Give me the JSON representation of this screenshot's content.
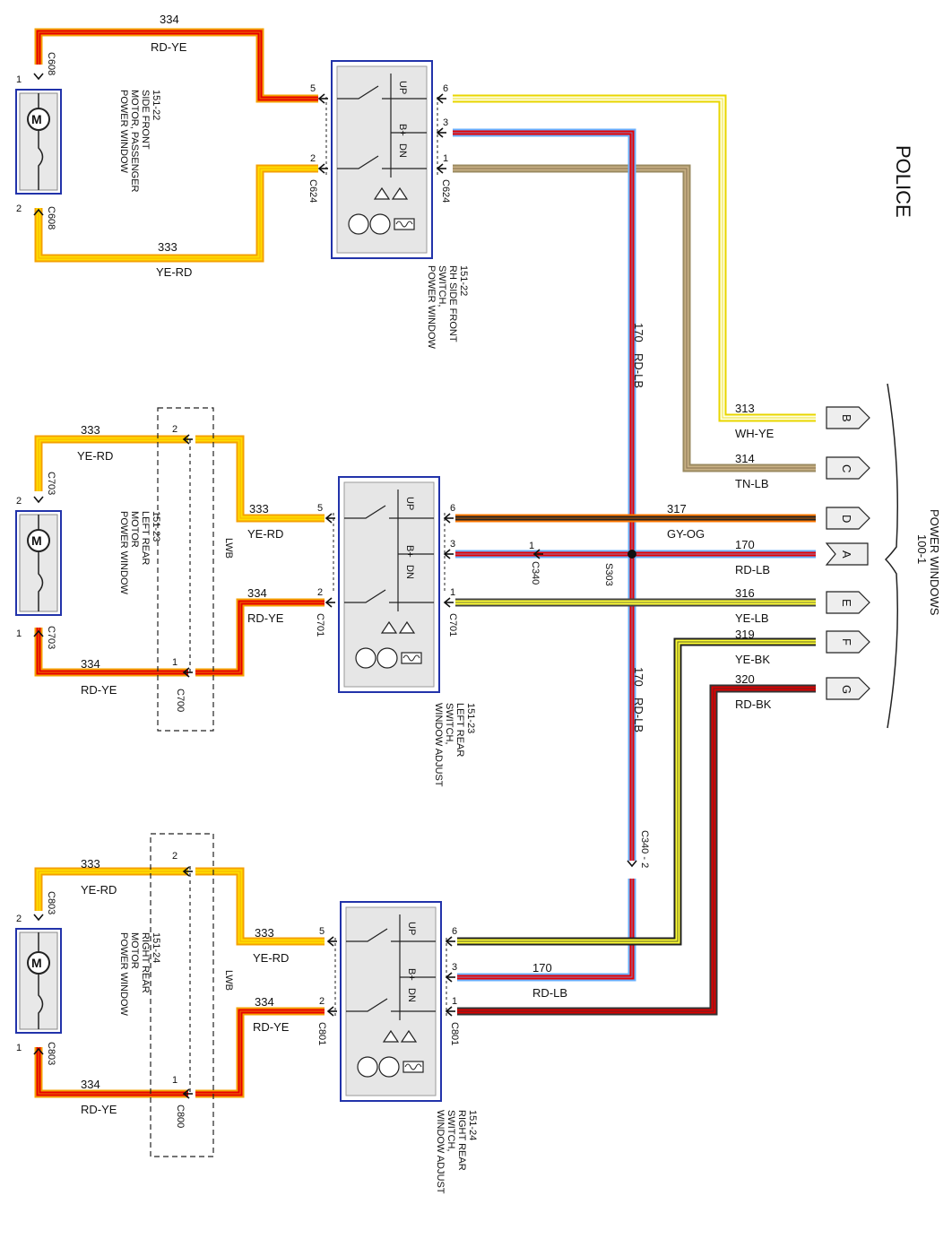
{
  "header": {
    "title": "POLICE"
  },
  "legend": {
    "bus_label": "POWER WINDOWS",
    "bus_ref": "100-1"
  },
  "colors": {
    "RD-YE": [
      "#f4a000",
      "#e60000",
      "#f4a000"
    ],
    "YE-RD": [
      "#f4a000",
      "#ffdd00",
      "#f4a000"
    ],
    "RD-LB": [
      "#6ab0ff",
      "#e60000",
      "#6ab0ff"
    ],
    "WH-YE": [
      "#e8d600",
      "#ffffe0",
      "#e8d600"
    ],
    "TN-LB": [
      "#9a8a60",
      "#c8b084",
      "#6e5a3a"
    ],
    "GY-OG": [
      "#ff7700",
      "#222222",
      "#ff7700"
    ],
    "YE-LB": [
      "#444444",
      "#ffff33",
      "#444444"
    ],
    "YE-BK": [
      "#222222",
      "#ffff33",
      "#222222"
    ],
    "RD-BK": [
      "#333333",
      "#dd0000",
      "#333333"
    ]
  },
  "switches": [
    {
      "label": [
        "POWER WINDOW",
        "SWITCH,",
        "RH SIDE FRONT",
        "151-22"
      ],
      "left_connector": "C624",
      "right_connector": "C624",
      "pins": {
        "p5": "5",
        "p2": "2",
        "p6": "6",
        "p3": "3",
        "p1": "1"
      },
      "up": "UP",
      "dn": "DN",
      "bplus": "B+"
    },
    {
      "label": [
        "WINDOW ADJUST",
        "SWITCH,",
        "LEFT REAR",
        "151-23"
      ],
      "left_connector": "C701",
      "right_connector": "C701",
      "pins": {
        "p5": "5",
        "p2": "2",
        "p6": "6",
        "p3": "3",
        "p1": "1"
      },
      "up": "UP",
      "dn": "DN",
      "bplus": "B+"
    },
    {
      "label": [
        "WINDOW ADJUST",
        "SWITCH,",
        "RIGHT REAR",
        "151-24"
      ],
      "left_connector": "C801",
      "right_connector": "C801",
      "pins": {
        "p5": "5",
        "p2": "2",
        "p6": "6",
        "p3": "3",
        "p1": "1"
      },
      "up": "UP",
      "dn": "DN",
      "bplus": "B+"
    }
  ],
  "motors": [
    {
      "label": [
        "POWER WINDOW",
        "MOTOR, PASSENGER",
        "SIDE FRONT",
        "151-22"
      ],
      "connector": "C608",
      "pin_top": "1",
      "pin_bottom": "2",
      "symbol": "M"
    },
    {
      "label": [
        "POWER WINDOW",
        "MOTOR",
        "LEFT REAR",
        "151-23"
      ],
      "connector": "C703",
      "pin_top": "2",
      "pin_bottom": "1",
      "symbol": "M"
    },
    {
      "label": [
        "POWER WINDOW",
        "MOTOR",
        "RIGHT REAR",
        "151-24"
      ],
      "connector": "C803",
      "pin_top": "2",
      "pin_bottom": "1",
      "symbol": "M"
    }
  ],
  "inline": [
    {
      "connector": "C700",
      "pin_a": "2",
      "pin_b": "1",
      "option": "LWB"
    },
    {
      "connector": "C800",
      "pin_a": "2",
      "pin_b": "1",
      "option": "LWB"
    }
  ],
  "wires": {
    "w334a": {
      "circuit": "334",
      "color": "RD-YE"
    },
    "w333a": {
      "circuit": "333",
      "color": "YE-RD"
    },
    "w333b": {
      "circuit": "333",
      "color": "YE-RD"
    },
    "w333b2": {
      "circuit": "333",
      "color": "YE-RD"
    },
    "w334b": {
      "circuit": "334",
      "color": "RD-YE"
    },
    "w334b2": {
      "circuit": "334",
      "color": "RD-YE"
    },
    "w333c": {
      "circuit": "333",
      "color": "YE-RD"
    },
    "w333c2": {
      "circuit": "333",
      "color": "YE-RD"
    },
    "w334c": {
      "circuit": "334",
      "color": "RD-YE"
    },
    "w334c2": {
      "circuit": "334",
      "color": "RD-YE"
    },
    "w170v": {
      "circuit": "170",
      "color": "RD-LB"
    },
    "w170v2": {
      "circuit": "170",
      "color": "RD-LB"
    },
    "w170c": {
      "circuit": "170",
      "color": "RD-LB"
    },
    "w313": {
      "circuit": "313",
      "color": "WH-YE"
    },
    "w314": {
      "circuit": "314",
      "color": "TN-LB"
    },
    "w317": {
      "circuit": "317",
      "color": "GY-OG"
    },
    "w170": {
      "circuit": "170",
      "color": "RD-LB"
    },
    "w316": {
      "circuit": "316",
      "color": "YE-LB"
    },
    "w319": {
      "circuit": "319",
      "color": "YE-BK"
    },
    "w320": {
      "circuit": "320",
      "color": "RD-BK"
    }
  },
  "splice": {
    "name": "S303",
    "inline_connector": "C340",
    "inline_pin": "1",
    "lower_connector": "C340 - 2"
  },
  "terminals": [
    "B",
    "C",
    "D",
    "A",
    "E",
    "F",
    "G"
  ]
}
